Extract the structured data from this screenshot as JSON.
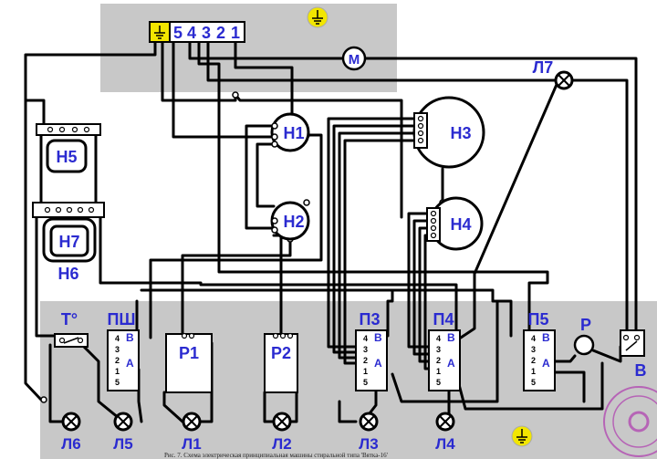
{
  "colors": {
    "panel": "#c8c8c8",
    "label": "#2b2bd0",
    "ground": "#f2e600",
    "stamp": "#b24bb2"
  },
  "terminal_block": {
    "ground_icon": "ground-icon",
    "pins": [
      "5",
      "4",
      "3",
      "2",
      "1"
    ]
  },
  "motor": {
    "label": "M"
  },
  "pumps": {
    "n1": "Н1",
    "n2": "Н2",
    "n3": "Н3",
    "n4": "Н4"
  },
  "heaters": {
    "n5": "Н5",
    "n7": "Н7",
    "n6": "Н6"
  },
  "lamps": {
    "l1": "Л1",
    "l2": "Л2",
    "l3": "Л3",
    "l4": "Л4",
    "l5": "Л5",
    "l6": "Л6",
    "l7": "Л7"
  },
  "switches": {
    "psh": "ПШ",
    "p3": "П3",
    "p4": "П4",
    "p5": "П5"
  },
  "relays": {
    "r1": "Р1",
    "r2": "Р2"
  },
  "switch_pins": [
    "4",
    "3",
    "2",
    "1",
    "5"
  ],
  "switch_contacts": {
    "b": "В",
    "a": "А"
  },
  "thermostat": {
    "label": "T°"
  },
  "regulator": {
    "label": "Р"
  },
  "switch_v": {
    "label": "В"
  },
  "caption": "Рис. 7. Схема электрическая принципиальная машины стиральной типа 'Вятка-16'"
}
